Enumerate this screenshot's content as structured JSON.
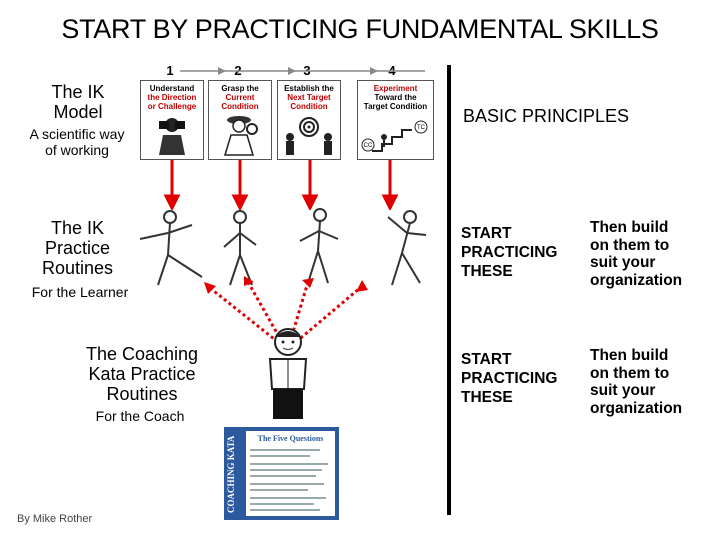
{
  "title": "START BY PRACTICING FUNDAMENTAL SKILLS",
  "ik_model": {
    "title_line1": "The IK",
    "title_line2": "Model",
    "subtitle_line1": "A scientific way",
    "subtitle_line2": "of working"
  },
  "steps": [
    {
      "num": "1",
      "line1": "Understand",
      "line2": "the Direction",
      "line3": "or Challenge"
    },
    {
      "num": "2",
      "line1": "Grasp the",
      "line2": "Current",
      "line3": "Condition"
    },
    {
      "num": "3",
      "line1": "Establish the",
      "line2": "Next Target",
      "line3": "Condition"
    },
    {
      "num": "4",
      "line1": "Experiment",
      "line2": "Toward the",
      "line3": "Target Condition"
    }
  ],
  "step_badges": {
    "tc": "TC",
    "cc": "CC"
  },
  "practice_routines": {
    "line1": "The IK",
    "line2": "Practice",
    "line3": "Routines",
    "sub": "For the Learner"
  },
  "coaching": {
    "line1": "The Coaching",
    "line2": "Kata Practice",
    "line3": "Routines",
    "sub": "For the Coach"
  },
  "card": {
    "spine": "COACHING KATA",
    "heading": "The Five Questions"
  },
  "right": {
    "basic_principles": "BASIC PRINCIPLES",
    "block1_left": [
      "START",
      "PRACTICING",
      "THESE"
    ],
    "block1_right": [
      "Then build",
      "on them to",
      "suit your",
      "organization"
    ],
    "block2_left": [
      "START",
      "PRACTICING",
      "THESE"
    ],
    "block2_right": [
      "Then build",
      "on them to",
      "suit your",
      "organization"
    ]
  },
  "credit": "By Mike Rother",
  "colors": {
    "arrow_red": "#e00000",
    "accent_red": "#c00000",
    "card_blue": "#2d5a9e"
  }
}
